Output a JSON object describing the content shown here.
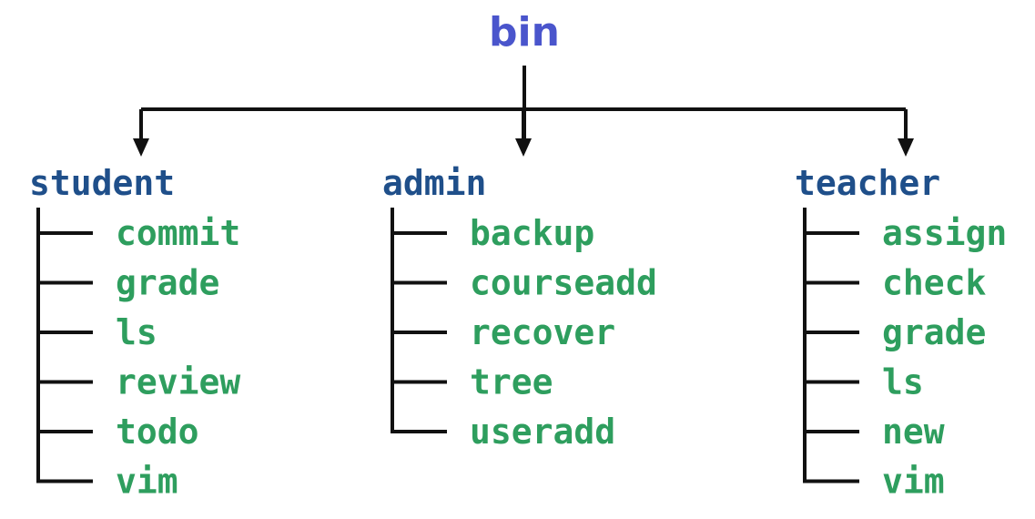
{
  "tree": {
    "root": "bin",
    "colors": {
      "root": "#4a55cc",
      "directory": "#1f4f8a",
      "file": "#2e9e5e",
      "line": "#111111"
    },
    "children": [
      {
        "name": "student",
        "files": [
          "commit",
          "grade",
          "ls",
          "review",
          "todo",
          "vim"
        ]
      },
      {
        "name": "admin",
        "files": [
          "backup",
          "courseadd",
          "recover",
          "tree",
          "useradd"
        ]
      },
      {
        "name": "teacher",
        "files": [
          "assign",
          "check",
          "grade",
          "ls",
          "new",
          "vim"
        ]
      }
    ]
  }
}
